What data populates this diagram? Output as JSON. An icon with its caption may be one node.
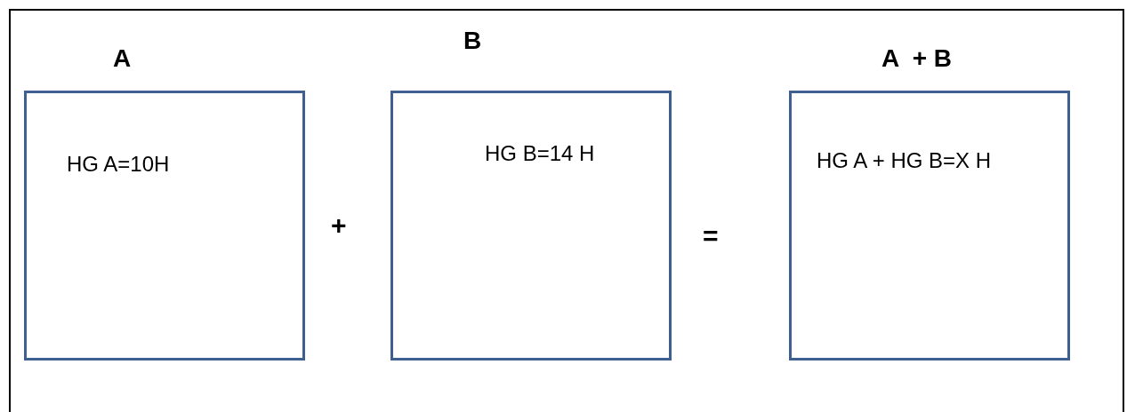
{
  "diagram": {
    "nodes": [
      {
        "text": [
          "A",
          "HG A=10H"
        ]
      },
      {
        "text": [
          "B",
          "HG B=14 H"
        ]
      },
      {
        "text": [
          "A  + B",
          "HG A + HG B=X H"
        ]
      }
    ],
    "labels": [
      "+",
      "="
    ]
  }
}
